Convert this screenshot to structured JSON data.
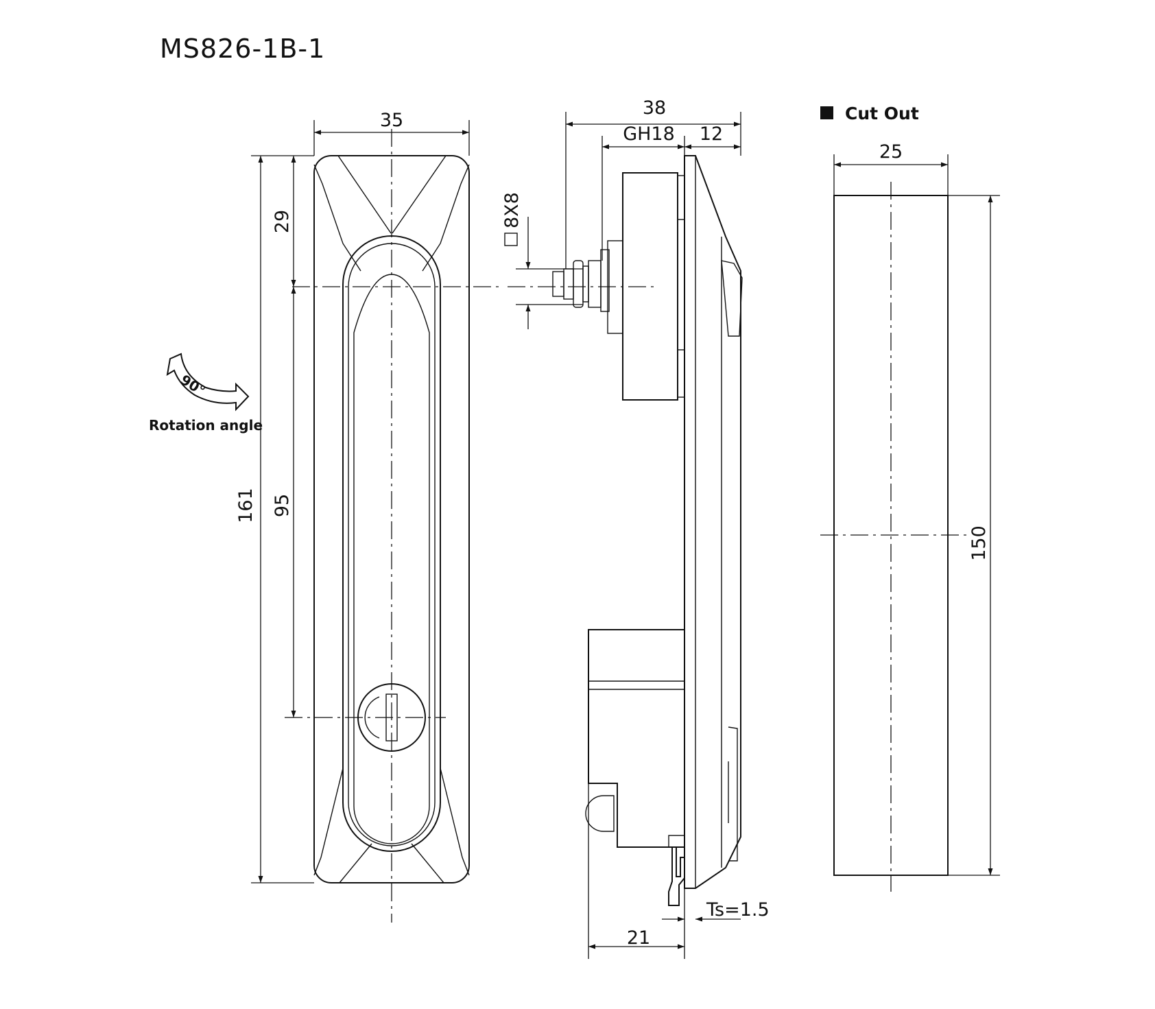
{
  "title": "MS826-1B-1",
  "rotation": {
    "label": "Rotation angle",
    "angle": "90°"
  },
  "front_view": {
    "width": "35",
    "height_total": "161",
    "top_to_center": "29",
    "center_to_lock": "95"
  },
  "side_view": {
    "depth_total": "38",
    "gh": "GH18",
    "face": "12",
    "square_shaft": "8X8",
    "base_depth": "21",
    "panel_thickness": "Ts=1.5"
  },
  "cutout": {
    "label": "Cut Out",
    "width": "25",
    "height": "150"
  }
}
